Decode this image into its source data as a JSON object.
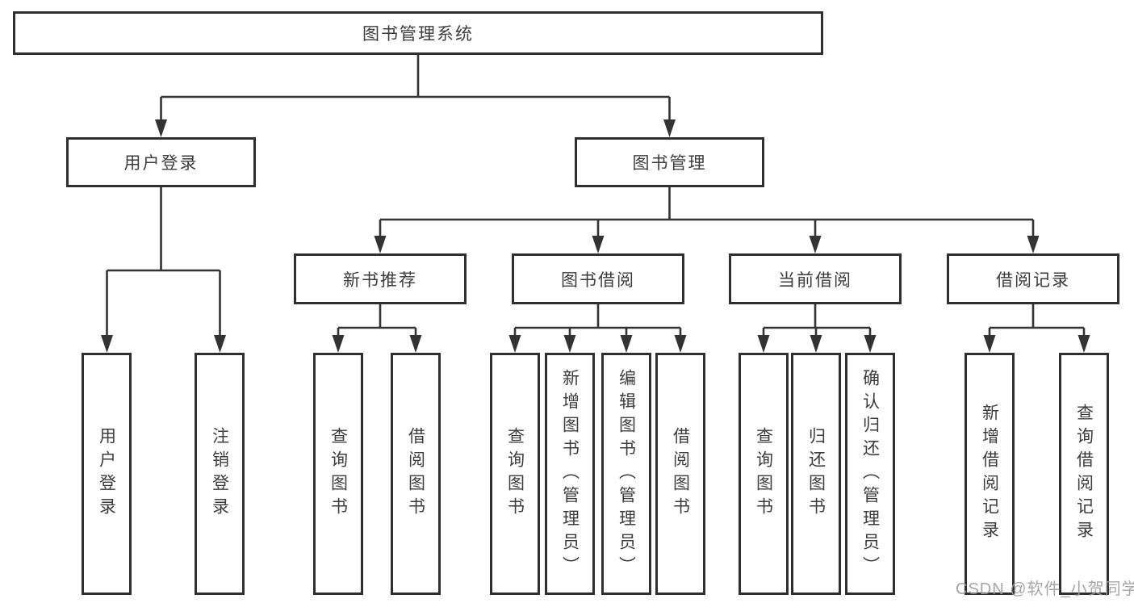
{
  "diagram_type": "hierarchy-tree",
  "tree": {
    "label": "图书管理系统",
    "children": [
      {
        "label": "用户登录",
        "children": [
          {
            "label": "用户登录"
          },
          {
            "label": "注销登录"
          }
        ]
      },
      {
        "label": "图书管理",
        "children": [
          {
            "label": "新书推荐",
            "children": [
              {
                "label": "查询图书"
              },
              {
                "label": "借阅图书"
              }
            ]
          },
          {
            "label": "图书借阅",
            "children": [
              {
                "label": "查询图书"
              },
              {
                "label": "新增图书（管理员）"
              },
              {
                "label": "编辑图书（管理员）"
              },
              {
                "label": "借阅图书"
              }
            ]
          },
          {
            "label": "当前借阅",
            "children": [
              {
                "label": "查询图书"
              },
              {
                "label": "归还图书"
              },
              {
                "label": "确认归还（管理员）"
              }
            ]
          },
          {
            "label": "借阅记录",
            "children": [
              {
                "label": "新增借阅记录"
              },
              {
                "label": "查询借阅记录"
              }
            ]
          }
        ]
      }
    ]
  },
  "watermark": "CSDN @软件_小贺同学",
  "colors": {
    "background": "#ffffff",
    "box_fill": "#ffffff",
    "box_border": "#2f2f2f",
    "line": "#333333",
    "text": "#3c3c3c",
    "watermark": "#9e9e9e"
  }
}
